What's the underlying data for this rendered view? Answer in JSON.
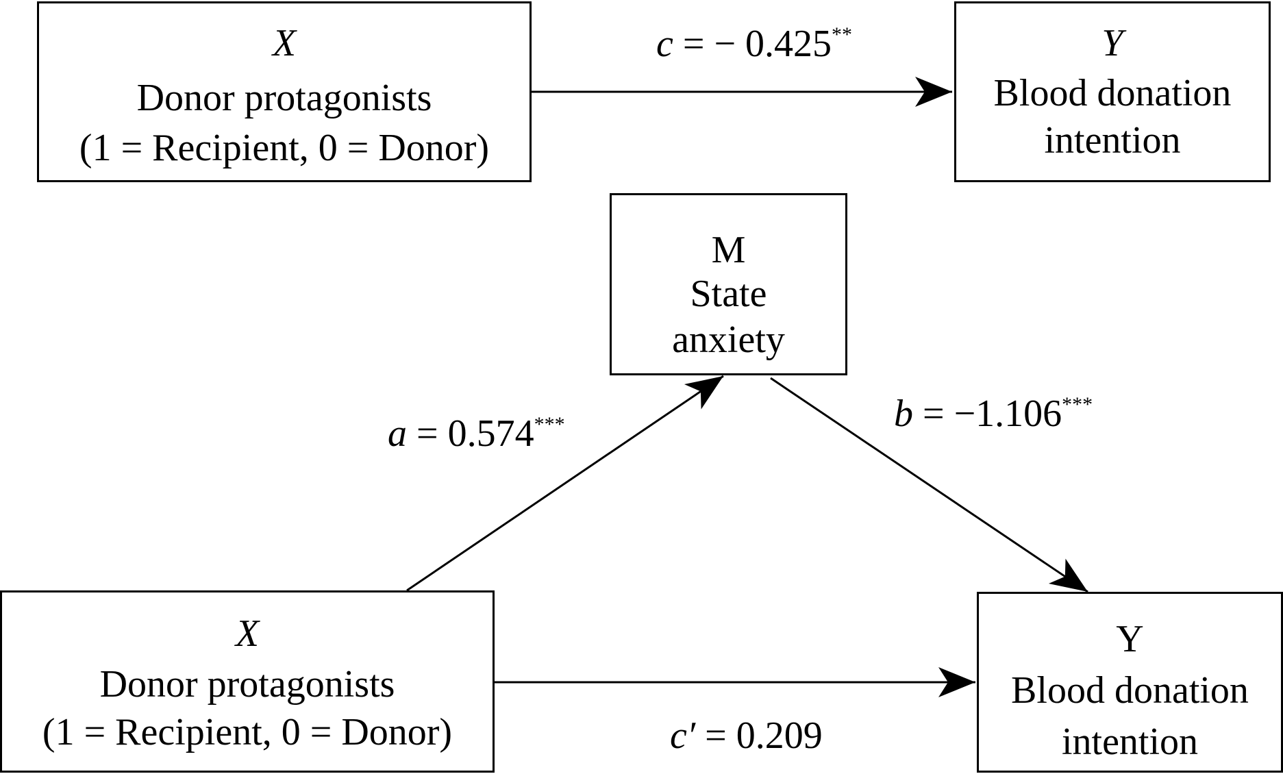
{
  "top_model": {
    "x_box": {
      "variable": "X",
      "line1": "Donor protagonists",
      "line2": "(1 = Recipient, 0 = Donor)"
    },
    "y_box": {
      "variable": "Y",
      "line1": "Blood donation",
      "line2": "intention"
    },
    "path_c": {
      "symbol": "c",
      "value": " = − 0.425",
      "stars": "**"
    }
  },
  "bottom_model": {
    "m_box": {
      "variable": "M",
      "line1": "State",
      "line2": "anxiety"
    },
    "x_box": {
      "variable": "X",
      "line1": "Donor protagonists",
      "line2": "(1 = Recipient, 0 = Donor)"
    },
    "y_box": {
      "variable": "Y",
      "line1": "Blood donation",
      "line2": "intention"
    },
    "path_a": {
      "symbol": "a",
      "value": " = 0.574",
      "stars": "***"
    },
    "path_b": {
      "symbol": "b",
      "value": " = −1.106",
      "stars": "***"
    },
    "path_c_prime": {
      "symbol": "c′",
      "value": " = 0.209",
      "stars": ""
    }
  }
}
